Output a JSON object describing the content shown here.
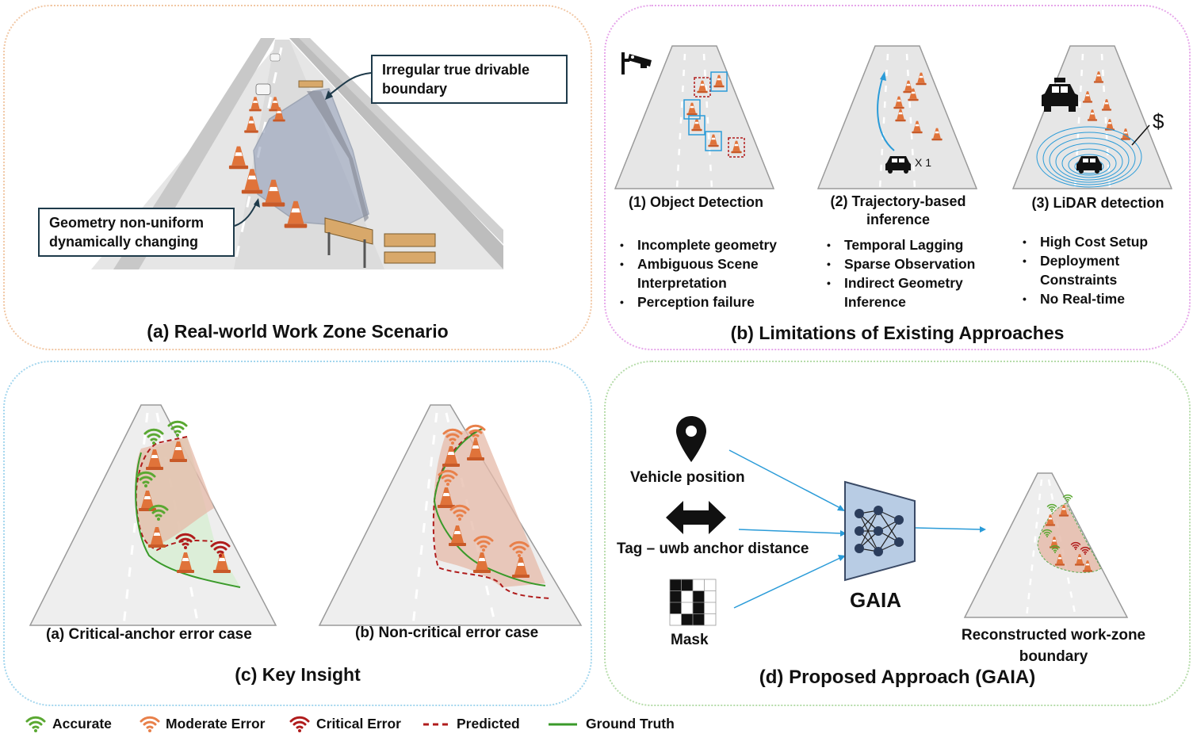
{
  "panels": {
    "a": {
      "caption": "(a) Real-world Work Zone Scenario",
      "callout_top": "Irregular true drivable boundary",
      "callout_bottom": "Geometry non-uniform dynamically changing"
    },
    "b": {
      "caption": "(b) Limitations of Existing Approaches",
      "columns": [
        {
          "title": "(1) Object Detection",
          "bullets": [
            "Incomplete geometry",
            "Ambiguous Scene Interpretation",
            "Perception failure"
          ]
        },
        {
          "title": "(2) Trajectory-based inference",
          "bullets": [
            "Temporal Lagging",
            "Sparse Observation",
            "Indirect Geometry Inference"
          ]
        },
        {
          "title": "(3) LiDAR detection",
          "bullets": [
            "High Cost Setup",
            "Deployment Constraints",
            "No Real-time"
          ]
        }
      ],
      "vehicle_count": "X 1",
      "cost_symbol": "$"
    },
    "c": {
      "caption": "(c) Key Insight",
      "left_label": "(a) Critical-anchor error case",
      "right_label": "(b) Non-critical error case"
    },
    "d": {
      "caption": "(d) Proposed Approach (GAIA)",
      "inputs": [
        "Vehicle position",
        "Tag – uwb anchor distance",
        "Mask"
      ],
      "model": "GAIA",
      "output": "Reconstructed work-zone boundary"
    }
  },
  "legend": [
    {
      "label": "Accurate",
      "color": "#5aa832"
    },
    {
      "label": "Moderate Error",
      "color": "#e8804a"
    },
    {
      "label": "Critical Error",
      "color": "#b01c1c"
    },
    {
      "label": "Predicted",
      "color": "#b01c1c"
    },
    {
      "label": "Ground Truth",
      "color": "#3a9a2a"
    }
  ],
  "icons": [
    "cctv-icon",
    "car-icon",
    "taxi-icon",
    "location-pin-icon",
    "double-arrow-icon",
    "mask-grid-icon",
    "neural-network-icon",
    "wifi-icon",
    "traffic-cone-icon"
  ]
}
